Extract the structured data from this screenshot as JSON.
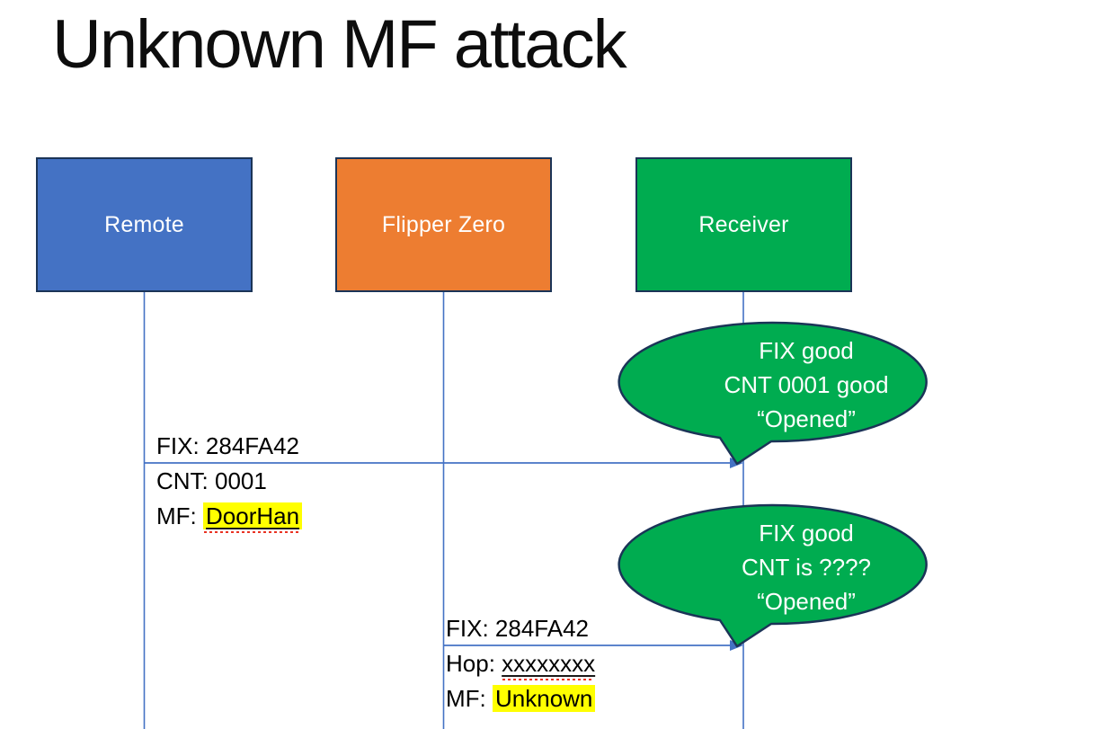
{
  "slide": {
    "title": "Unknown MF attack"
  },
  "actors": {
    "remote": {
      "label": "Remote",
      "fill": "#4472C4"
    },
    "flipper": {
      "label": "Flipper Zero",
      "fill": "#ED7D31"
    },
    "receiver": {
      "label": "Receiver",
      "fill": "#00AC50"
    }
  },
  "colors": {
    "shape_border": "#1B3457",
    "connector_blue": "#4472C4",
    "callout_fill": "#00AC50",
    "callout_text": "#FFFFFF",
    "highlight_yellow": "#FFFF00",
    "squiggle_red": "#EA3323",
    "message_text": "#000000"
  },
  "messages": {
    "remote_to_receiver": {
      "line1": "FIX: 284FA42",
      "line2_prefix": "CNT: ",
      "line2_value": "0001",
      "line3_prefix": "MF: ",
      "line3_value": "DoorHan"
    },
    "flipper_to_receiver": {
      "line1": "FIX: 284FA42",
      "line2_prefix": "Hop: ",
      "line2_value": "xxxxxxxx",
      "line3_prefix": "MF: ",
      "line3_value": "Unknown"
    }
  },
  "callouts": {
    "first": {
      "line1": "FIX good",
      "line2": "CNT 0001 good",
      "line3": "“Opened”"
    },
    "second": {
      "line1": "FIX good",
      "line2": "CNT is ????",
      "line3": "“Opened”"
    }
  }
}
